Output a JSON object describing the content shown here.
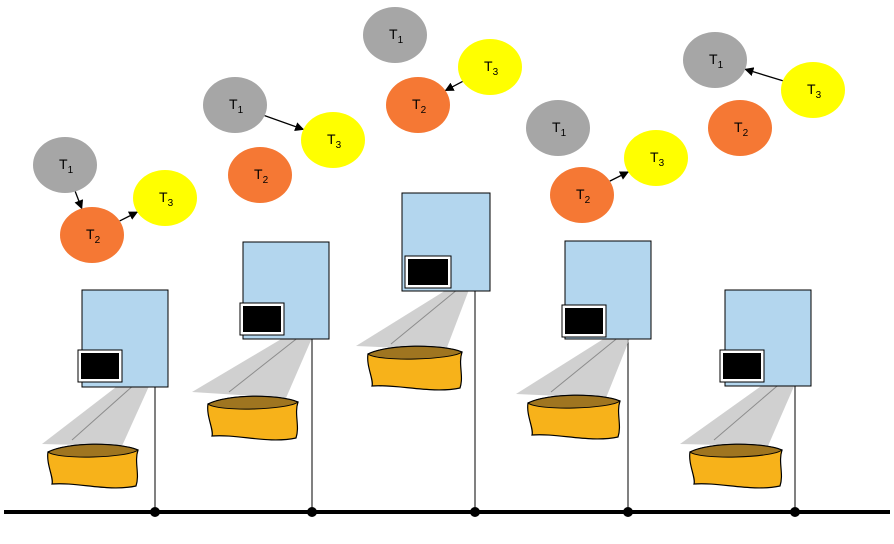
{
  "colors": {
    "t1": "#a6a6a6",
    "t2": "#f57834",
    "t3": "#ffff00",
    "device_box": "#b3d6ee",
    "screen": "#000000",
    "cup": "#f7b21a",
    "cup_top": "#8f6a22",
    "beam": "#c0c0c0",
    "line": "#000000"
  },
  "stations": [
    {
      "nodes": [
        {
          "id": "t1",
          "label": "T",
          "sub": "1"
        },
        {
          "id": "t2",
          "label": "T",
          "sub": "2"
        },
        {
          "id": "t3",
          "label": "T",
          "sub": "3"
        }
      ],
      "arrows": [
        "t1->t2",
        "t2->t3"
      ]
    },
    {
      "nodes": [
        {
          "id": "t1",
          "label": "T",
          "sub": "1"
        },
        {
          "id": "t2",
          "label": "T",
          "sub": "2"
        },
        {
          "id": "t3",
          "label": "T",
          "sub": "3"
        }
      ],
      "arrows": [
        "t1->t3"
      ]
    },
    {
      "nodes": [
        {
          "id": "t1",
          "label": "T",
          "sub": "1"
        },
        {
          "id": "t2",
          "label": "T",
          "sub": "2"
        },
        {
          "id": "t3",
          "label": "T",
          "sub": "3"
        }
      ],
      "arrows": [
        "t3->t2"
      ]
    },
    {
      "nodes": [
        {
          "id": "t1",
          "label": "T",
          "sub": "1"
        },
        {
          "id": "t2",
          "label": "T",
          "sub": "2"
        },
        {
          "id": "t3",
          "label": "T",
          "sub": "3"
        }
      ],
      "arrows": [
        "t2->t3"
      ]
    },
    {
      "nodes": [
        {
          "id": "t1",
          "label": "T",
          "sub": "1"
        },
        {
          "id": "t2",
          "label": "T",
          "sub": "2"
        },
        {
          "id": "t3",
          "label": "T",
          "sub": "3"
        }
      ],
      "arrows": [
        "t3->t1"
      ]
    }
  ]
}
